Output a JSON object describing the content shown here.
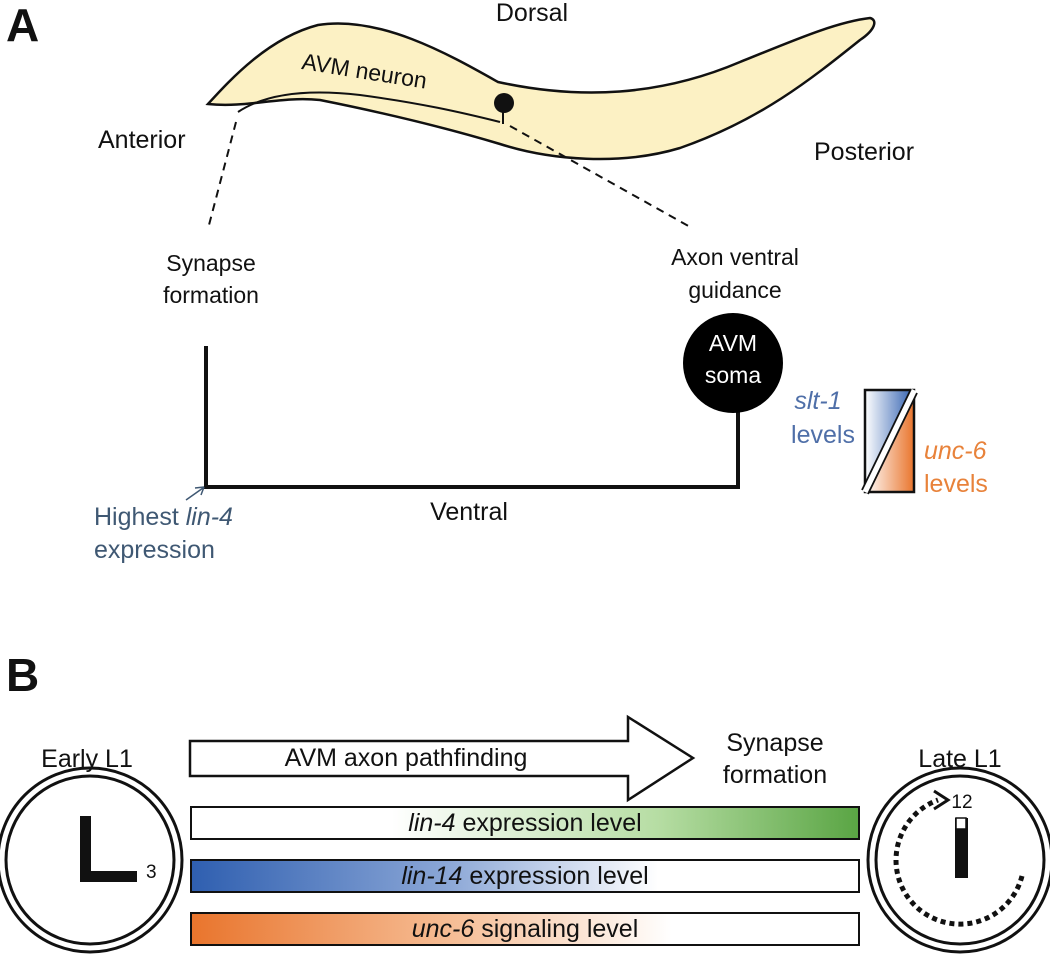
{
  "panel_a": {
    "label": "A",
    "dorsal": "Dorsal",
    "anterior": "Anterior",
    "posterior": "Posterior",
    "neuron": "AVM neuron",
    "synapse_formation": [
      "Synapse",
      "formation"
    ],
    "axon_guidance": [
      "Axon ventral",
      "guidance"
    ],
    "soma": [
      "AVM",
      "soma"
    ],
    "ventral": "Ventral",
    "lin4_note": {
      "prefix": "Highest ",
      "gene": "lin-4",
      "line2": "expression"
    },
    "slt1": {
      "gene": "slt-1",
      "line2": "levels"
    },
    "unc6": {
      "gene": "unc-6",
      "line2": "levels"
    }
  },
  "panel_b": {
    "label": "B",
    "early": "Early L1",
    "late": "Late L1",
    "clock_early_number": "3",
    "clock_late_number": "12",
    "arrow_label": "AVM axon pathfinding",
    "synapse_formation": [
      "Synapse",
      "formation"
    ],
    "bars": [
      {
        "gene": "lin-4",
        "text": " expression level"
      },
      {
        "gene": "lin-14",
        "text": " expression level"
      },
      {
        "gene": "unc-6",
        "text": " signaling level"
      }
    ]
  },
  "colors": {
    "worm_fill": "#fcf1c4",
    "blue": "#4f6fa8",
    "orange": "#e8823a",
    "green": "#5aa544"
  }
}
